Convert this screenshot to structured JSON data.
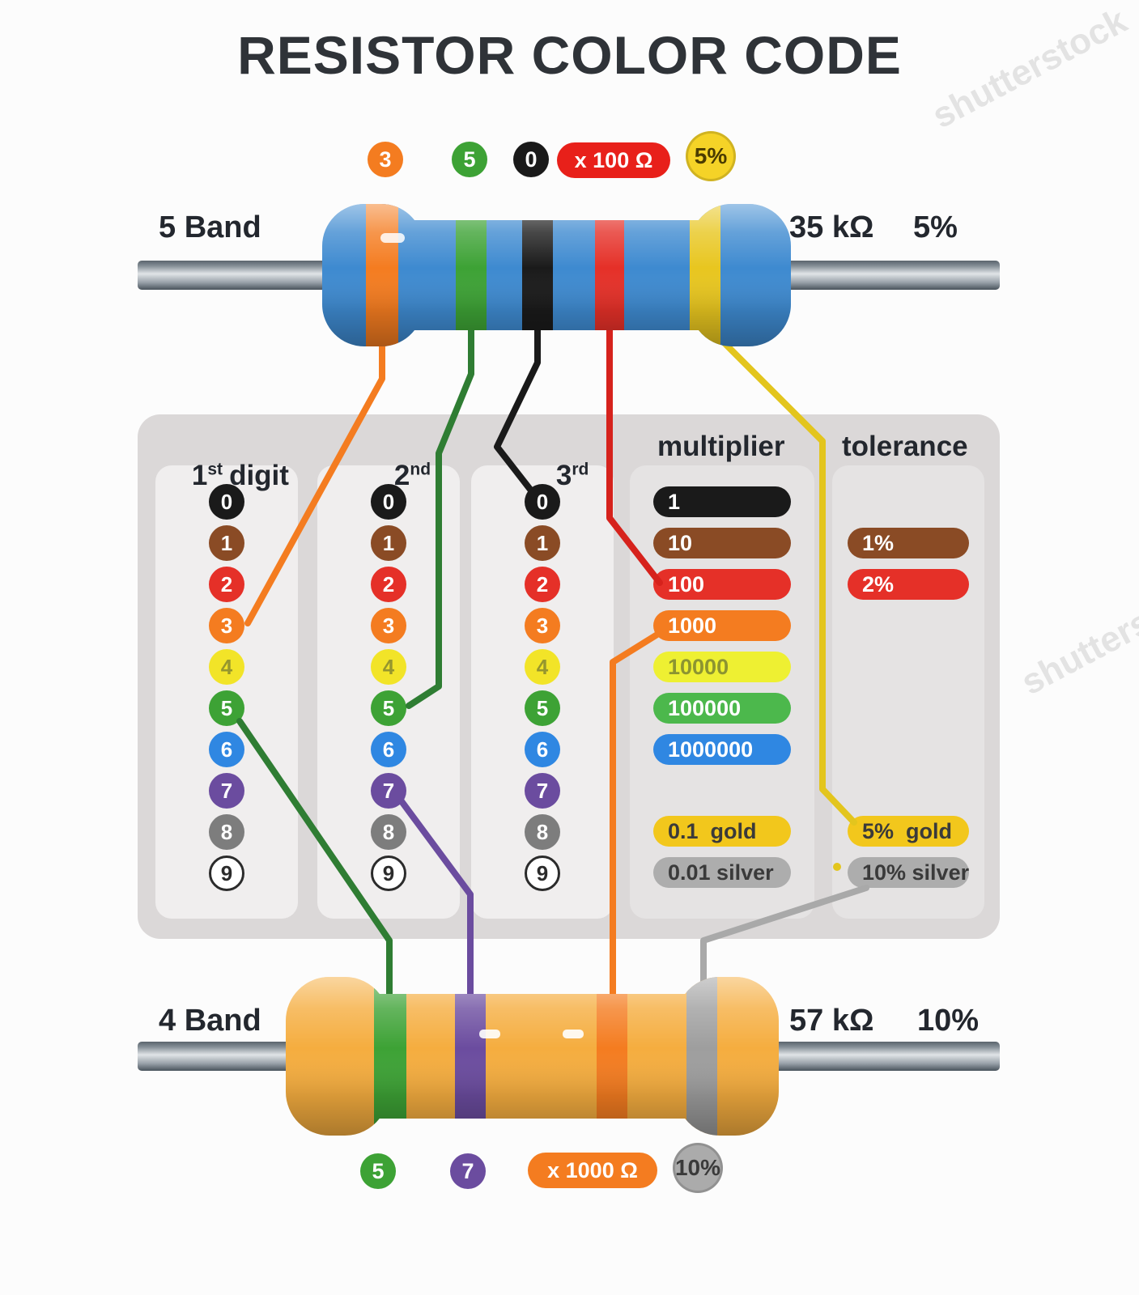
{
  "title": "RESISTOR COLOR CODE",
  "watermark": "shutterstock",
  "five_band": {
    "label": "5 Band",
    "value": "35 kΩ",
    "tolerance": "5%",
    "body_color": "#3e8ad0",
    "band_colors": [
      "#f47c20",
      "#3da235",
      "#1a1a1a",
      "#e53028",
      "#e8c61f"
    ],
    "badges": [
      {
        "label": "3",
        "bg": "#f47c20",
        "fg": "#ffffff"
      },
      {
        "label": "5",
        "bg": "#3da235",
        "fg": "#ffffff"
      },
      {
        "label": "0",
        "bg": "#1a1a1a",
        "fg": "#ffffff"
      },
      {
        "label": "x 100 Ω",
        "bg": "#e8201a",
        "fg": "#ffffff"
      },
      {
        "label": "5%",
        "bg": "#f5d327",
        "fg": "#4a3b00"
      }
    ]
  },
  "four_band": {
    "label": "4 Band",
    "value": "57 kΩ",
    "tolerance": "10%",
    "body_color": "#f5ad3f",
    "band_colors": [
      "#3da235",
      "#6b4c9f",
      "#f47c20",
      "#9e9e9e"
    ],
    "badges": [
      {
        "label": "5",
        "bg": "#3da235",
        "fg": "#ffffff"
      },
      {
        "label": "7",
        "bg": "#6b4c9f",
        "fg": "#ffffff"
      },
      {
        "label": "x 1000 Ω",
        "bg": "#f47c20",
        "fg": "#ffffff"
      },
      {
        "label": "10%",
        "bg": "#ababab",
        "fg": "#3a3a3a"
      }
    ]
  },
  "columns": {
    "digit1": {
      "num": "1",
      "sup": "st",
      "rest": "digit"
    },
    "digit2": {
      "num": "2",
      "sup": "nd",
      "rest": ""
    },
    "digit3": {
      "num": "3",
      "sup": "rd",
      "rest": ""
    },
    "multiplier_header": "multiplier",
    "tolerance_header": "tolerance"
  },
  "digits": [
    {
      "label": "0",
      "bg": "#1a1a1a",
      "fg": "#ffffff"
    },
    {
      "label": "1",
      "bg": "#8a4b25",
      "fg": "#ffffff"
    },
    {
      "label": "2",
      "bg": "#e53028",
      "fg": "#ffffff"
    },
    {
      "label": "3",
      "bg": "#f47c20",
      "fg": "#ffffff"
    },
    {
      "label": "4",
      "bg": "#f2e428",
      "fg": "#96962e"
    },
    {
      "label": "5",
      "bg": "#3da235",
      "fg": "#ffffff"
    },
    {
      "label": "6",
      "bg": "#2f87e2",
      "fg": "#ffffff"
    },
    {
      "label": "7",
      "bg": "#6b4c9f",
      "fg": "#ffffff"
    },
    {
      "label": "8",
      "bg": "#7d7d7d",
      "fg": "#ffffff"
    },
    {
      "label": "9",
      "bg": "#ffffff",
      "fg": "#2b2b2b",
      "border": "#2b2b2b"
    }
  ],
  "multiplier_items": [
    {
      "label": "1",
      "bg": "#1a1a1a",
      "fg": "#ffffff"
    },
    {
      "label": "10",
      "bg": "#8a4b25",
      "fg": "#ffffff"
    },
    {
      "label": "100",
      "bg": "#e53028",
      "fg": "#ffffff"
    },
    {
      "label": "1000",
      "bg": "#f47c20",
      "fg": "#ffffff"
    },
    {
      "label": "10000",
      "bg": "#eef032",
      "fg": "#8c9431"
    },
    {
      "label": "100000",
      "bg": "#4cb84c",
      "fg": "#ffffff"
    },
    {
      "label": "1000000",
      "bg": "#2f87e2",
      "fg": "#ffffff"
    },
    {
      "label": "0.1  gold",
      "bg": "#f2c71c",
      "fg": "#3a3a3a"
    },
    {
      "label": "0.01 silver",
      "bg": "#adadad",
      "fg": "#3a3a3a"
    }
  ],
  "tolerance_items": [
    {
      "label": "1%",
      "bg": "#8a4b25",
      "fg": "#ffffff"
    },
    {
      "label": "2%",
      "bg": "#e53028",
      "fg": "#ffffff"
    },
    {
      "label": "5%  gold",
      "bg": "#f2c71c",
      "fg": "#3a3a3a"
    },
    {
      "label": "10% silver",
      "bg": "#adadad",
      "fg": "#3a3a3a"
    }
  ],
  "wire_colors": {
    "orange": "#f47c20",
    "green": "#2f7d33",
    "black": "#1a1a1a",
    "red": "#d6221c",
    "yellow": "#e3c51d",
    "purple": "#6b4c9f",
    "silver": "#a9a9a9"
  }
}
